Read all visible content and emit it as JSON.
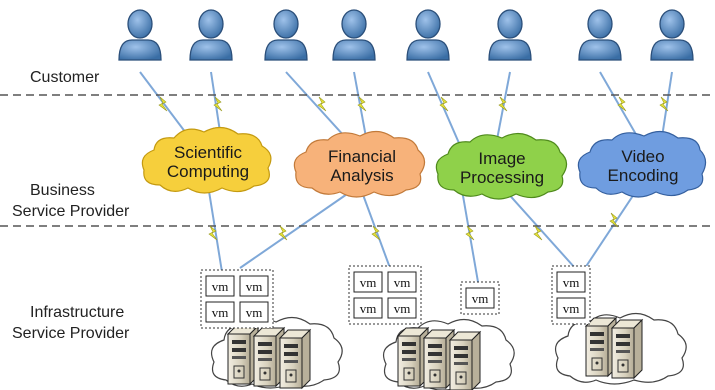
{
  "layers": {
    "customer": "Customer",
    "business_line1": "Business",
    "business_line2": "Service Provider",
    "infrastructure_line1": "Infrastructure",
    "infrastructure_line2": "Service Provider"
  },
  "services": [
    {
      "line1": "Scientific",
      "line2": "Computing",
      "color": "#f6cf3c"
    },
    {
      "line1": "Financial",
      "line2": "Analysis",
      "color": "#f7b27a"
    },
    {
      "line1": "Image",
      "line2": "Processing",
      "color": "#8fd14a"
    },
    {
      "line1": "Video",
      "line2": "Encoding",
      "color": "#6f9de0"
    }
  ],
  "vm_label": "vm",
  "colors": {
    "user": "#4f83b8",
    "link": "#7fa8d8",
    "bolt": "#e8e53a",
    "dashed": "#555555"
  }
}
